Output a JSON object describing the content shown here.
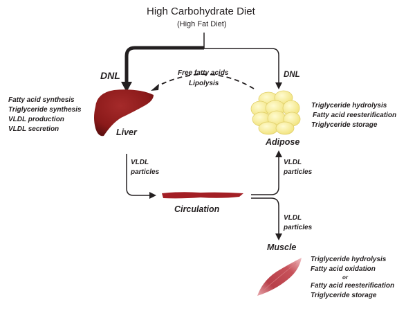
{
  "header": {
    "title": "High Carbohydrate Diet",
    "subtitle": "(High Fat Diet)"
  },
  "pathways": {
    "dnl_liver": "DNL",
    "dnl_adipose": "DNL",
    "ffa_label": "Free fatty acids",
    "lipolysis_label": "Lipolysis",
    "vldl_liver": [
      "VLDL",
      "particles"
    ],
    "vldl_adipose": [
      "VLDL",
      "particles"
    ],
    "vldl_muscle": [
      "VLDL",
      "particles"
    ]
  },
  "organs": {
    "liver": {
      "name": "Liver",
      "processes": [
        "Fatty acid synthesis",
        "Triglyceride synthesis",
        "VLDL production",
        "VLDL secretion"
      ]
    },
    "adipose": {
      "name": "Adipose",
      "processes": [
        "Triglyceride hydrolysis",
        "Fatty acid reesterification",
        "Triglyceride storage"
      ]
    },
    "circulation": {
      "name": "Circulation"
    },
    "muscle": {
      "name": "Muscle",
      "processes_a": [
        "Triglyceride hydrolysis",
        "Fatty acid oxidation"
      ],
      "separator": "or",
      "processes_b": [
        "Fatty acid reesterification",
        "Triglyceride storage"
      ]
    }
  },
  "colors": {
    "liver": "#8b1a1a",
    "adipose": "#f6eb9c",
    "circulation": "#a31f25",
    "muscle": "#c2474f",
    "line": "#231f20"
  }
}
